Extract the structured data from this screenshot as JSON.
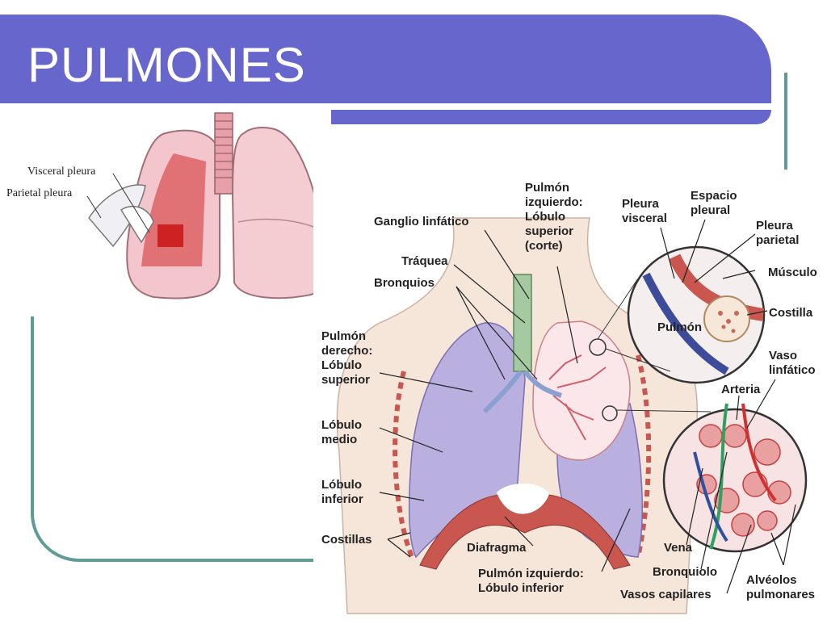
{
  "title": "PULMONES",
  "small_figure": {
    "labels": [
      "Visceral pleura",
      "Parietal pleura"
    ]
  },
  "main_figure": {
    "labels": {
      "ganglio": "Ganglio linfático",
      "traquea": "Tráquea",
      "bronquios": "Bronquios",
      "pulmon_izq_sup": "Pulmón\nizquierdo:\nLóbulo\nsuperior\n(corte)",
      "pleura_visceral": "Pleura\nvisceral",
      "espacio_pleural": "Espacio\npleural",
      "pleura_parietal": "Pleura\nparietal",
      "musculo": "Músculo",
      "costilla": "Costilla",
      "pulmon": "Pulmón",
      "vaso_linfatico": "Vaso\nlinfático",
      "arteria": "Arteria",
      "pulmon_der_sup": "Pulmón\nderecho:\nLóbulo\nsuperior",
      "lobulo_medio": "Lóbulo\nmedio",
      "lobulo_inferior": "Lóbulo\ninferior",
      "costillas": "Costillas",
      "diafragma": "Diafragma",
      "pulmon_izq_inf": "Pulmón izquierdo:\nLóbulo inferior",
      "vena": "Vena",
      "bronquiolo": "Bronquiolo",
      "vasos_capilares": "Vasos capilares",
      "alveolos": "Alvéolos\npulmonares"
    }
  },
  "colors": {
    "title_bar": "#6666cc",
    "frame": "#5f9c96",
    "lung_pink": "#f2c6cc",
    "lung_purple": "#b9b0e0",
    "muscle_red": "#c9574f"
  }
}
